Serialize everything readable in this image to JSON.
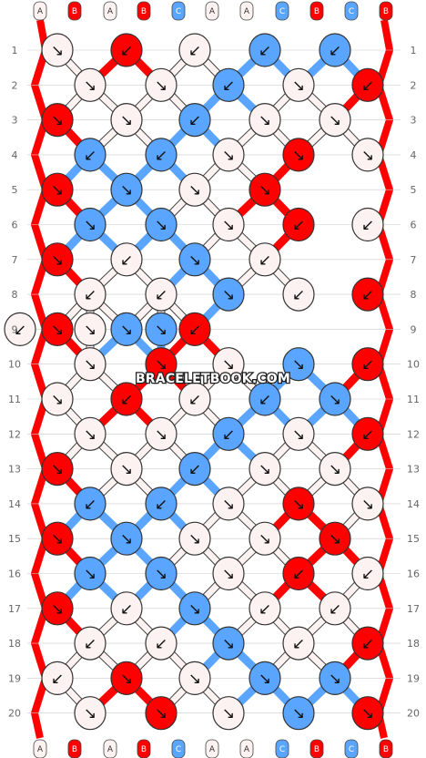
{
  "watermark": "BRACELETBOOK.COM",
  "strand_labels_top": [
    "A",
    "B",
    "A",
    "B",
    "C",
    "A",
    "A",
    "C",
    "B",
    "C",
    "B"
  ],
  "strand_labels_bottom": [
    "A",
    "B",
    "A",
    "B",
    "C",
    "A",
    "A",
    "C",
    "B",
    "C",
    "B"
  ],
  "row_numbers": [
    "1",
    "2",
    "3",
    "4",
    "5",
    "6",
    "7",
    "8",
    "9",
    "10",
    "11",
    "12",
    "13",
    "14",
    "15",
    "16",
    "17",
    "18",
    "19",
    "20"
  ],
  "colors": {
    "A": "#fdf2f2",
    "B": "#ff0000",
    "C": "#5aa5ff"
  },
  "knots": [
    [
      [
        "A",
        "↘"
      ],
      [
        "B",
        "↙"
      ],
      [
        "A",
        "↙"
      ],
      [
        "C",
        "↙"
      ],
      [
        "C",
        "↙"
      ]
    ],
    [
      [
        "A",
        "↘"
      ],
      [
        "A",
        "↘"
      ],
      [
        "C",
        "↙"
      ],
      [
        "A",
        "↘"
      ],
      [
        "B",
        "↙"
      ]
    ],
    [
      [
        "B",
        "↘"
      ],
      [
        "A",
        "↘"
      ],
      [
        "C",
        "↙"
      ],
      [
        "A",
        "↘"
      ],
      [
        "A",
        "↘"
      ]
    ],
    [
      [
        "C",
        "↙"
      ],
      [
        "C",
        "↙"
      ],
      [
        "A",
        "↘"
      ],
      [
        "B",
        "↘"
      ],
      [
        "A",
        "↘"
      ]
    ],
    [
      [
        "B",
        "↘"
      ],
      [
        "C",
        "↘"
      ],
      [
        "A",
        "↘"
      ],
      [
        "B",
        "↘"
      ]
    ],
    [
      [
        "C",
        "↘"
      ],
      [
        "C",
        "↘"
      ],
      [
        "A",
        "↘"
      ],
      [
        "B",
        "↙"
      ],
      [
        "A",
        "↙"
      ]
    ],
    [
      [
        "B",
        "↘"
      ],
      [
        "A",
        "↙"
      ],
      [
        "C",
        "↘"
      ],
      [
        "A",
        "↙"
      ]
    ],
    [
      [
        "A",
        "↙"
      ],
      [
        "A",
        "↙"
      ],
      [
        "C",
        "↘"
      ],
      [
        "A",
        "↙"
      ],
      [
        "B",
        "↙"
      ]
    ],
    [
      [
        "A",
        "↙"
      ],
      [
        "B",
        "↘"
      ],
      [
        "A",
        "↘"
      ],
      [
        "C",
        "↘"
      ],
      [
        "C",
        "↘"
      ],
      [
        "B",
        "↙"
      ]
    ],
    [
      [
        "A",
        "↘"
      ],
      [
        "B",
        "↘"
      ],
      [
        "A",
        "↘"
      ],
      [
        "C",
        "↘"
      ],
      [
        "B",
        "↙"
      ]
    ],
    [
      [
        "A",
        "↘"
      ],
      [
        "B",
        "↙"
      ],
      [
        "A",
        "↙"
      ],
      [
        "C",
        "↙"
      ],
      [
        "C",
        "↘"
      ]
    ],
    [
      [
        "A",
        "↘"
      ],
      [
        "A",
        "↘"
      ],
      [
        "C",
        "↙"
      ],
      [
        "A",
        "↘"
      ],
      [
        "B",
        "↙"
      ]
    ],
    [
      [
        "B",
        "↘"
      ],
      [
        "A",
        "↘"
      ],
      [
        "C",
        "↙"
      ],
      [
        "A",
        "↘"
      ],
      [
        "A",
        "↘"
      ]
    ],
    [
      [
        "C",
        "↙"
      ],
      [
        "C",
        "↙"
      ],
      [
        "A",
        "↘"
      ],
      [
        "B",
        "↘"
      ],
      [
        "A",
        "↘"
      ]
    ],
    [
      [
        "B",
        "↘"
      ],
      [
        "C",
        "↘"
      ],
      [
        "A",
        "↘"
      ],
      [
        "A",
        "↘"
      ],
      [
        "B",
        "↘"
      ]
    ],
    [
      [
        "C",
        "↘"
      ],
      [
        "C",
        "↘"
      ],
      [
        "A",
        "↘"
      ],
      [
        "B",
        "↙"
      ],
      [
        "A",
        "↙"
      ]
    ],
    [
      [
        "B",
        "↘"
      ],
      [
        "A",
        "↙"
      ],
      [
        "C",
        "↘"
      ],
      [
        "A",
        "↙"
      ],
      [
        "A",
        "↙"
      ]
    ],
    [
      [
        "A",
        "↙"
      ],
      [
        "A",
        "↙"
      ],
      [
        "C",
        "↘"
      ],
      [
        "A",
        "↙"
      ],
      [
        "B",
        "↙"
      ]
    ],
    [
      [
        "A",
        "↙"
      ],
      [
        "B",
        "↘"
      ],
      [
        "A",
        "↘"
      ],
      [
        "C",
        "↘"
      ],
      [
        "C",
        "↘"
      ]
    ],
    [
      [
        "A",
        "↘"
      ],
      [
        "B",
        "↘"
      ],
      [
        "A",
        "↘"
      ],
      [
        "C",
        "↘"
      ],
      [
        "B",
        "↘"
      ]
    ]
  ]
}
